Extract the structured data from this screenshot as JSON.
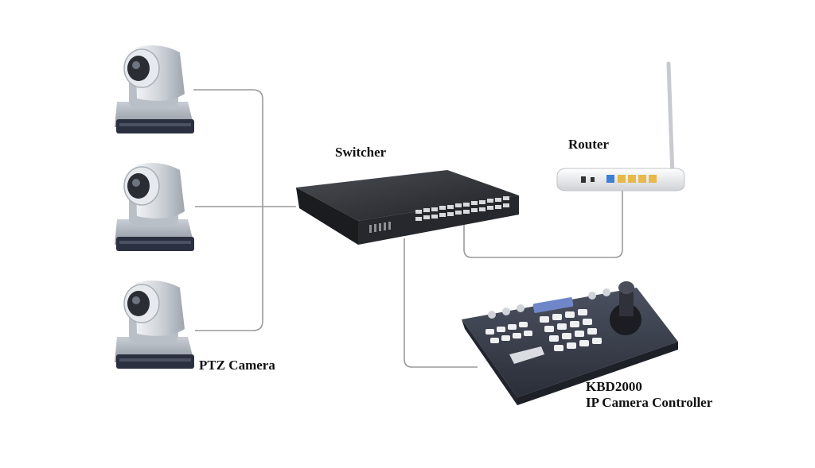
{
  "labels": {
    "switcher": "Switcher",
    "router": "Router",
    "ptz_camera": "PTZ Camera",
    "kbd_model": "KBD2000",
    "kbd_desc": "IP Camera Controller"
  },
  "colors": {
    "cable": "#9a9a9a",
    "camera_body": "#d9dde3",
    "camera_base": "#2b3040",
    "switch_body": "#2c2e33",
    "router_body": "#e9eaec",
    "router_port": "#e8b84a",
    "keyboard_body": "#3a3f4b"
  }
}
